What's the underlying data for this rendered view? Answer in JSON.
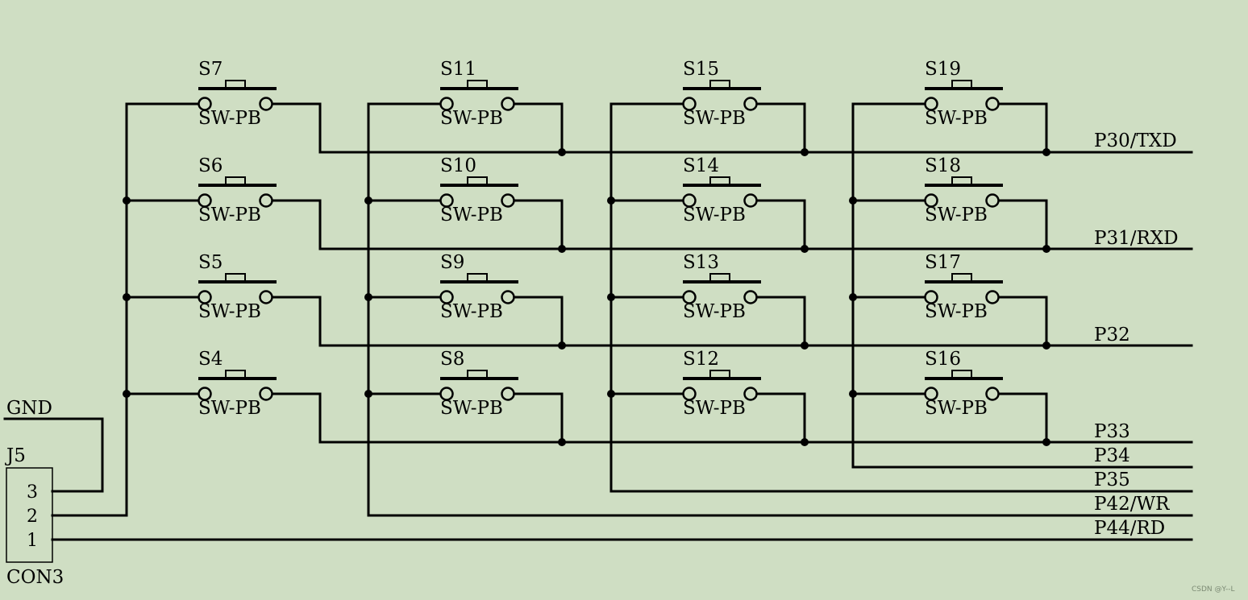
{
  "switch_columns": [
    [
      "S7",
      "S6",
      "S5",
      "S4"
    ],
    [
      "S11",
      "S10",
      "S9",
      "S8"
    ],
    [
      "S15",
      "S14",
      "S13",
      "S12"
    ],
    [
      "S19",
      "S18",
      "S17",
      "S16"
    ]
  ],
  "switch_part": "SW-PB",
  "row_nets": [
    "P30/TXD",
    "P31/RXD",
    "P32",
    "P33"
  ],
  "column_nets": [
    "P34",
    "P35",
    "P42/WR",
    "P44/RD"
  ],
  "connector": {
    "ref": "J5",
    "part": "CON3",
    "pins": [
      "3",
      "2",
      "1"
    ],
    "gnd_label": "GND"
  },
  "watermark": "CSDN @Y--L"
}
